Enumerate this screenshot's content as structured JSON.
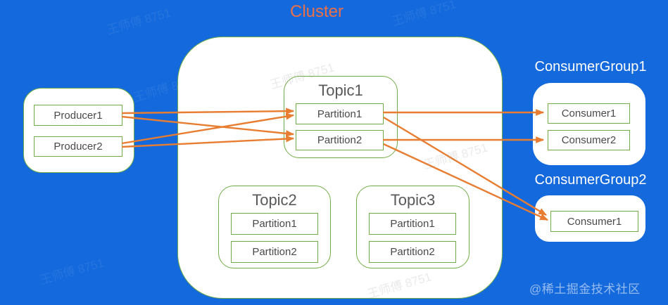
{
  "title": "Cluster",
  "colors": {
    "background": "#1469DC",
    "arrow_orange": "#E87D31",
    "border_green": "#70AD47",
    "title_orange": "#EC6F46",
    "text_gray": "#4a4a4a",
    "box_white": "#ffffff"
  },
  "producers": [
    "Producer1",
    "Producer2"
  ],
  "cluster": {
    "topics": [
      {
        "name": "Topic1",
        "partitions": [
          "Partition1",
          "Partition2"
        ]
      },
      {
        "name": "Topic2",
        "partitions": [
          "Partition1",
          "Partition2"
        ]
      },
      {
        "name": "Topic3",
        "partitions": [
          "Partition1",
          "Partition2"
        ]
      }
    ]
  },
  "consumer_groups": [
    {
      "name": "ConsumerGroup1",
      "consumers": [
        "Consumer1",
        "Consumer2"
      ]
    },
    {
      "name": "ConsumerGroup2",
      "consumers": [
        "Consumer1"
      ]
    }
  ],
  "connections": {
    "produce": [
      {
        "from": "Producer1",
        "to": "Topic1.Partition1"
      },
      {
        "from": "Producer1",
        "to": "Topic1.Partition2"
      },
      {
        "from": "Producer2",
        "to": "Topic1.Partition1"
      },
      {
        "from": "Producer2",
        "to": "Topic1.Partition2"
      }
    ],
    "consume": [
      {
        "from": "Topic1.Partition1",
        "to": "ConsumerGroup1.Consumer1"
      },
      {
        "from": "Topic1.Partition2",
        "to": "ConsumerGroup1.Consumer2"
      },
      {
        "from": "Topic1.Partition1",
        "to": "ConsumerGroup2.Consumer1"
      },
      {
        "from": "Topic1.Partition2",
        "to": "ConsumerGroup2.Consumer1"
      }
    ]
  },
  "watermark": {
    "text": "王师傅 8751",
    "credit": "@稀土掘金技术社区"
  }
}
